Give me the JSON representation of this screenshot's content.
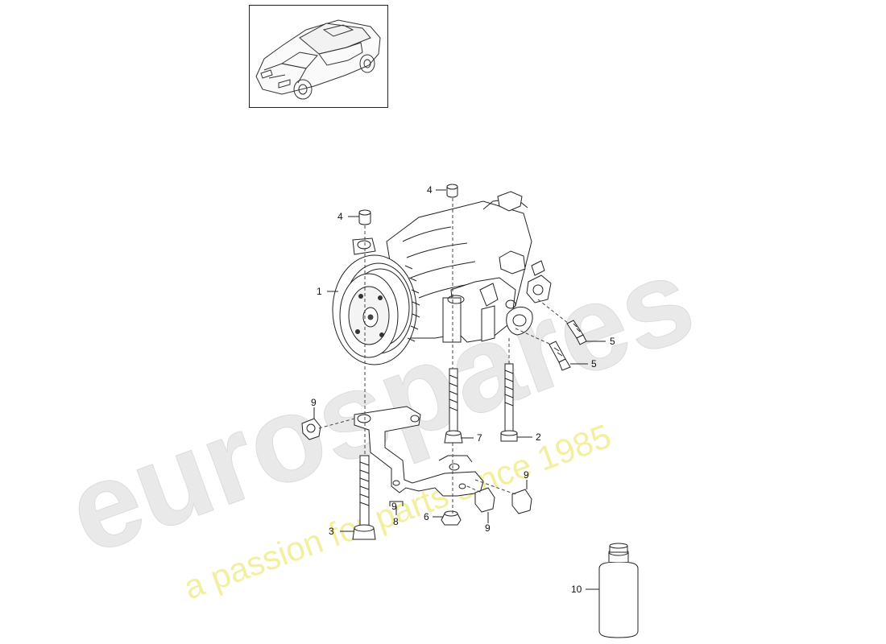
{
  "watermark": {
    "brand": "eurospares",
    "tagline": "a passion for parts since 1985",
    "brand_color": "#e8e8e8",
    "tagline_color": "#f3f0a6"
  },
  "callouts": {
    "c1": "1",
    "c2": "2",
    "c3": "3",
    "c4a": "4",
    "c4b": "4",
    "c5a": "5",
    "c5b": "5",
    "c6": "6",
    "c7": "7",
    "c8": "8",
    "c9a": "9",
    "c9b": "9",
    "c9c": "9",
    "c9d": "9",
    "c10": "10"
  },
  "icons": {
    "thumbnail": "car-thumbnail-icon",
    "compressor": "ac-compressor-icon",
    "bracket": "mounting-bracket-icon",
    "bottle": "oil-bottle-icon"
  }
}
